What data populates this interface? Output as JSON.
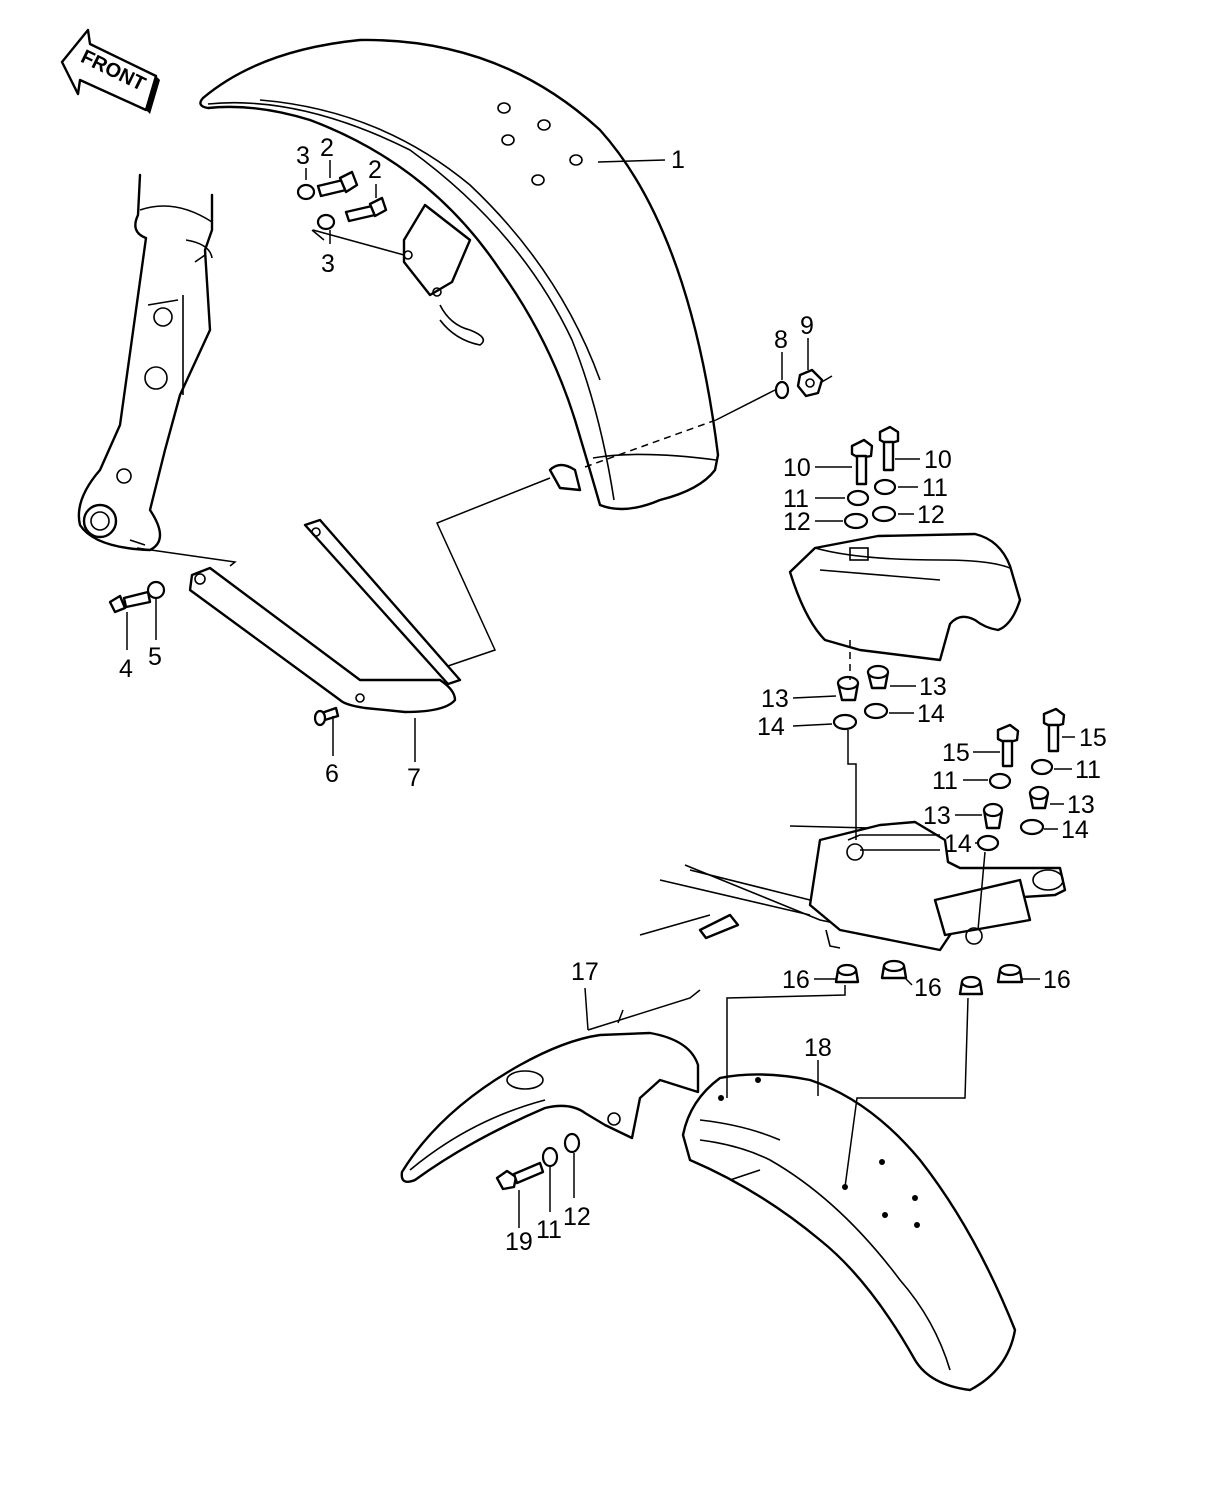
{
  "front_arrow": {
    "label": "FRONT",
    "icon": "front-arrow-icon"
  },
  "callouts": {
    "c1": "1",
    "c2a": "2",
    "c2b": "2",
    "c3a": "3",
    "c3b": "3",
    "c4": "4",
    "c5": "5",
    "c6": "6",
    "c7": "7",
    "c8": "8",
    "c9": "9",
    "c10a": "10",
    "c10b": "10",
    "c11a": "11",
    "c11b": "11",
    "c11c": "11",
    "c11d": "11",
    "c11e": "11",
    "c12a": "12",
    "c12b": "12",
    "c12c": "12",
    "c13a": "13",
    "c13b": "13",
    "c13c": "13",
    "c13d": "13",
    "c14a": "14",
    "c14b": "14",
    "c14c": "14",
    "c14d": "14",
    "c15a": "15",
    "c15b": "15",
    "c16a": "16",
    "c16b": "16",
    "c16c": "16",
    "c17": "17",
    "c18": "18",
    "c19": "19"
  },
  "parts": {
    "front_fender": "front-fender",
    "front_fork": "front-fork",
    "fender_brace": "fender-brace",
    "rear_flap": "rear-fender-flap",
    "rear_fender": "rear-fender",
    "tail_housing": "tail-light-housing",
    "frame": "rear-frame"
  }
}
